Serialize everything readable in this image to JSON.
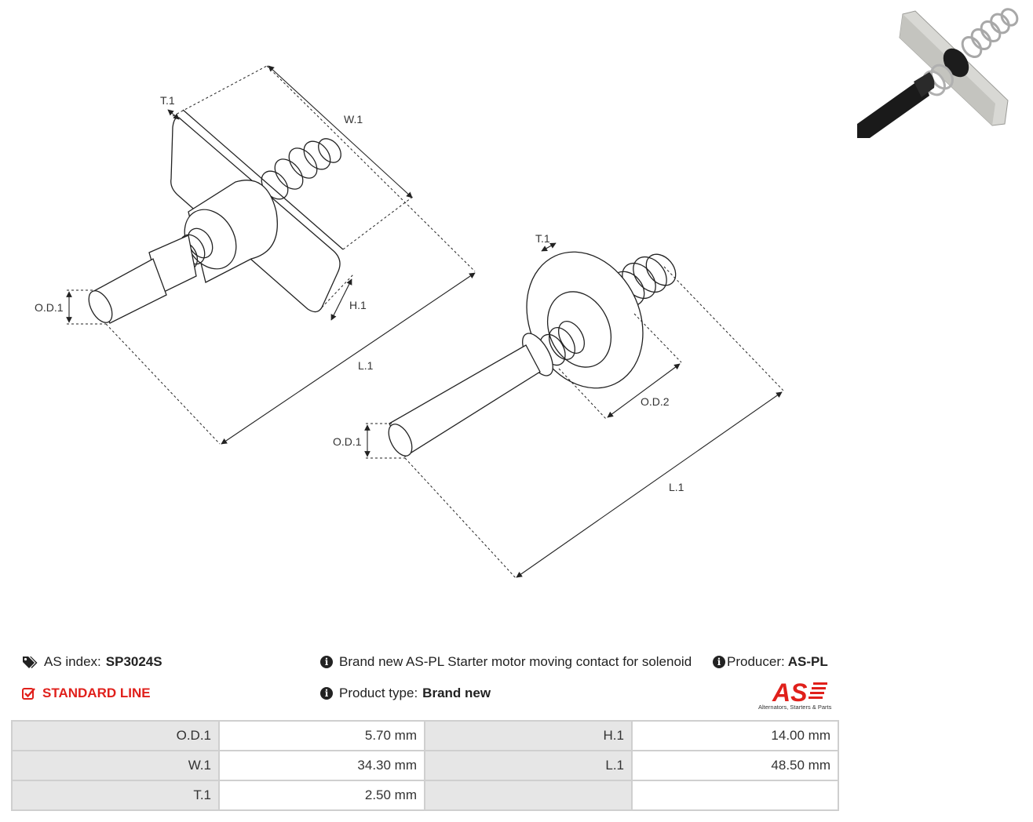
{
  "drawing": {
    "left_labels": {
      "t1": "T.1",
      "w1": "W.1",
      "h1": "H.1",
      "od1": "O.D.1",
      "l1": "L.1"
    },
    "right_labels": {
      "t1": "T.1",
      "od1": "O.D.1",
      "od2": "O.D.2",
      "l1": "L.1"
    }
  },
  "info": {
    "as_index_label": "AS index:",
    "as_index_value": "SP3024S",
    "standard_line": "STANDARD LINE",
    "description": "Brand new AS-PL Starter motor moving contact for solenoid",
    "producer_label": "Producer:",
    "producer_value": "AS-PL",
    "product_type_label": "Product type:",
    "product_type_value": "Brand new"
  },
  "logo": {
    "mark": "AS",
    "tagline": "Alternators, Starters & Parts",
    "color": "#e0201b"
  },
  "specs": [
    {
      "l1": "O.D.1",
      "v1": "5.70 mm",
      "l2": "H.1",
      "v2": "14.00 mm"
    },
    {
      "l1": "W.1",
      "v1": "34.30 mm",
      "l2": "L.1",
      "v2": "48.50 mm"
    },
    {
      "l1": "T.1",
      "v1": "2.50 mm",
      "l2": "",
      "v2": ""
    }
  ]
}
